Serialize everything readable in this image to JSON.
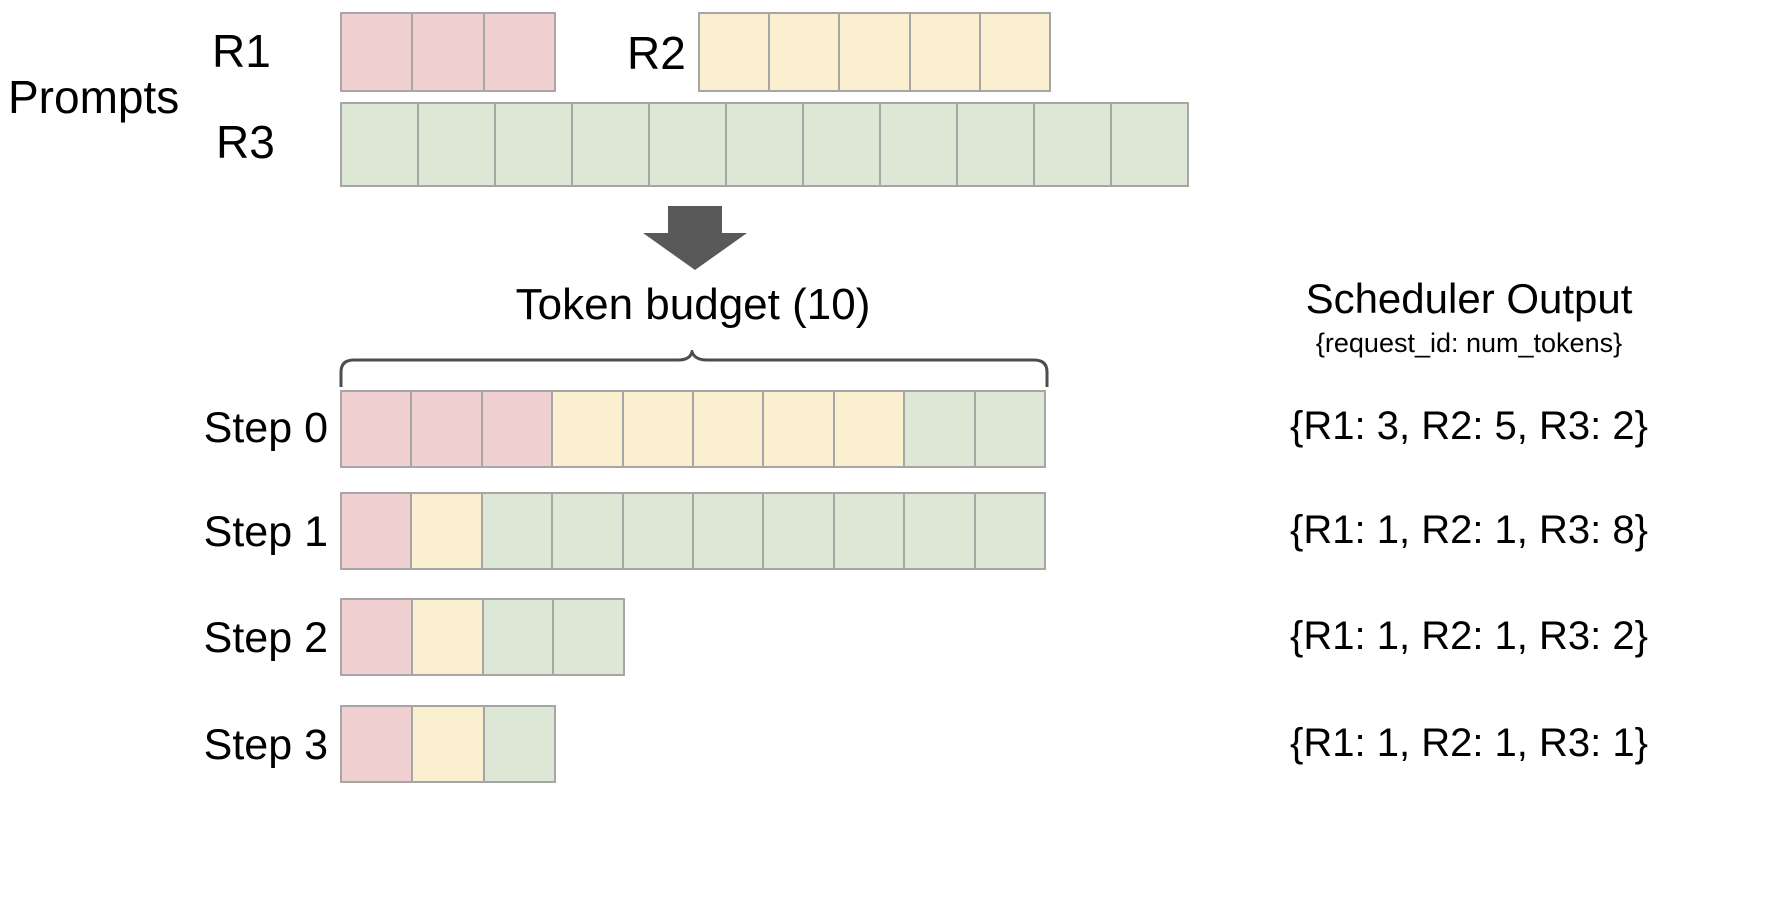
{
  "diagram": {
    "title_prompts": "Prompts",
    "token_budget_label": "Token budget (10)",
    "arrow_icon": "down-arrow-icon",
    "brace_icon": "curly-brace-icon"
  },
  "colors": {
    "pink": "#EFCFCF",
    "yellow": "#FAEFCE",
    "green": "#DCE8D5",
    "cell_border": "#A6A6A6",
    "arrow": "#595959",
    "brace": "#4D4D4D",
    "text": "#000000",
    "background": "#FFFFFF"
  },
  "prompts": {
    "label": "Prompts",
    "requests": [
      {
        "id": "R1",
        "label": "R1",
        "tokens": 3,
        "color_key": "pink",
        "color": "#EFCFCF"
      },
      {
        "id": "R2",
        "label": "R2",
        "tokens": 5,
        "color_key": "yellow",
        "color": "#FAEFCE"
      },
      {
        "id": "R3",
        "label": "R3",
        "tokens": 11,
        "color_key": "green",
        "color": "#DCE8D5"
      }
    ]
  },
  "scheduler": {
    "title": "Scheduler Output",
    "subtitle": "{request_id: num_tokens}",
    "budget": 10,
    "steps": [
      {
        "label": "Step 0",
        "output": "{R1: 3, R2: 5, R3: 2}",
        "allocation": {
          "R1": 3,
          "R2": 5,
          "R3": 2
        },
        "total": 10
      },
      {
        "label": "Step 1",
        "output": "{R1: 1, R2: 1, R3: 8}",
        "allocation": {
          "R1": 1,
          "R2": 1,
          "R3": 8
        },
        "total": 10
      },
      {
        "label": "Step 2",
        "output": "{R1: 1, R2: 1, R3: 2}",
        "allocation": {
          "R1": 1,
          "R2": 1,
          "R3": 2
        },
        "total": 4
      },
      {
        "label": "Step 3",
        "output": "{R1: 1, R2: 1, R3: 1}",
        "allocation": {
          "R1": 1,
          "R2": 1,
          "R3": 1
        },
        "total": 3
      }
    ]
  }
}
